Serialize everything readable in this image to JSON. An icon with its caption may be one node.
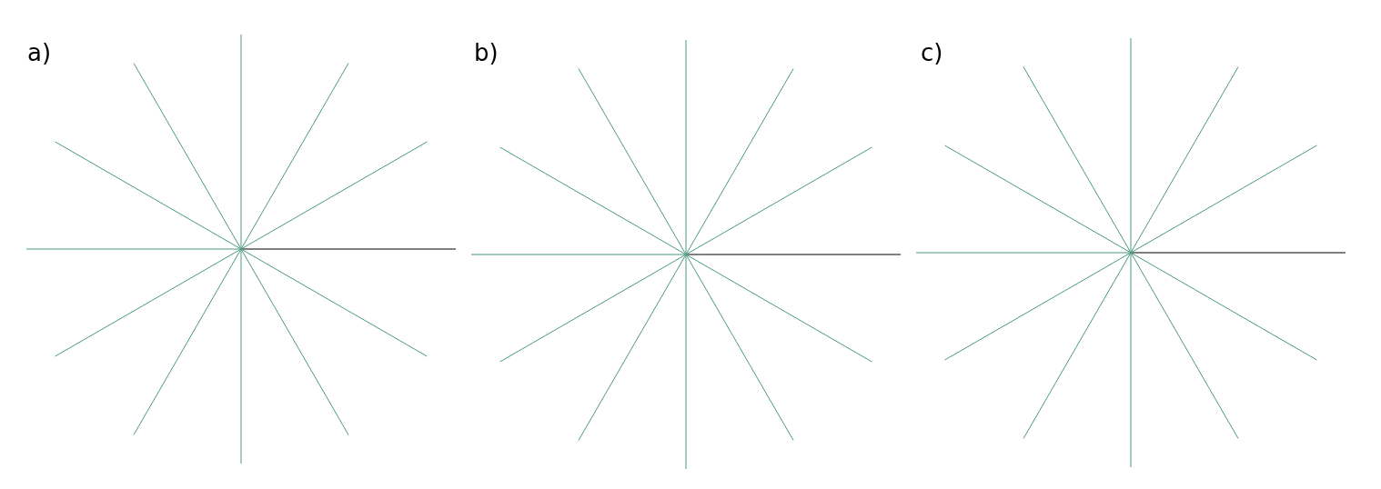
{
  "diagram": {
    "labels": [
      "a)",
      "b)",
      "c)"
    ]
  }
}
